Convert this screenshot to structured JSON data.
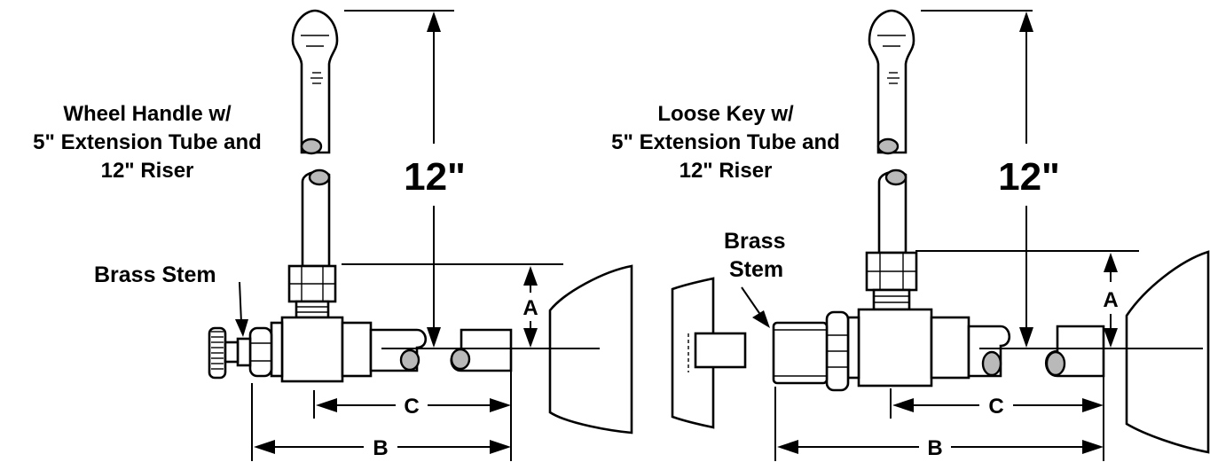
{
  "left": {
    "title_lines": [
      "Wheel Handle w/",
      "5\" Extension Tube and",
      "12\" Riser"
    ],
    "stem_label_lines": [
      "Brass Stem"
    ],
    "height_label": "12\"",
    "dim_a": "A",
    "dim_b": "B",
    "dim_c": "C"
  },
  "right": {
    "title_lines": [
      "Loose Key w/",
      "5\" Extension Tube and",
      "12\" Riser"
    ],
    "stem_label_lines": [
      "Brass",
      "Stem"
    ],
    "height_label": "12\"",
    "dim_a": "A",
    "dim_b": "B",
    "dim_c": "C"
  }
}
